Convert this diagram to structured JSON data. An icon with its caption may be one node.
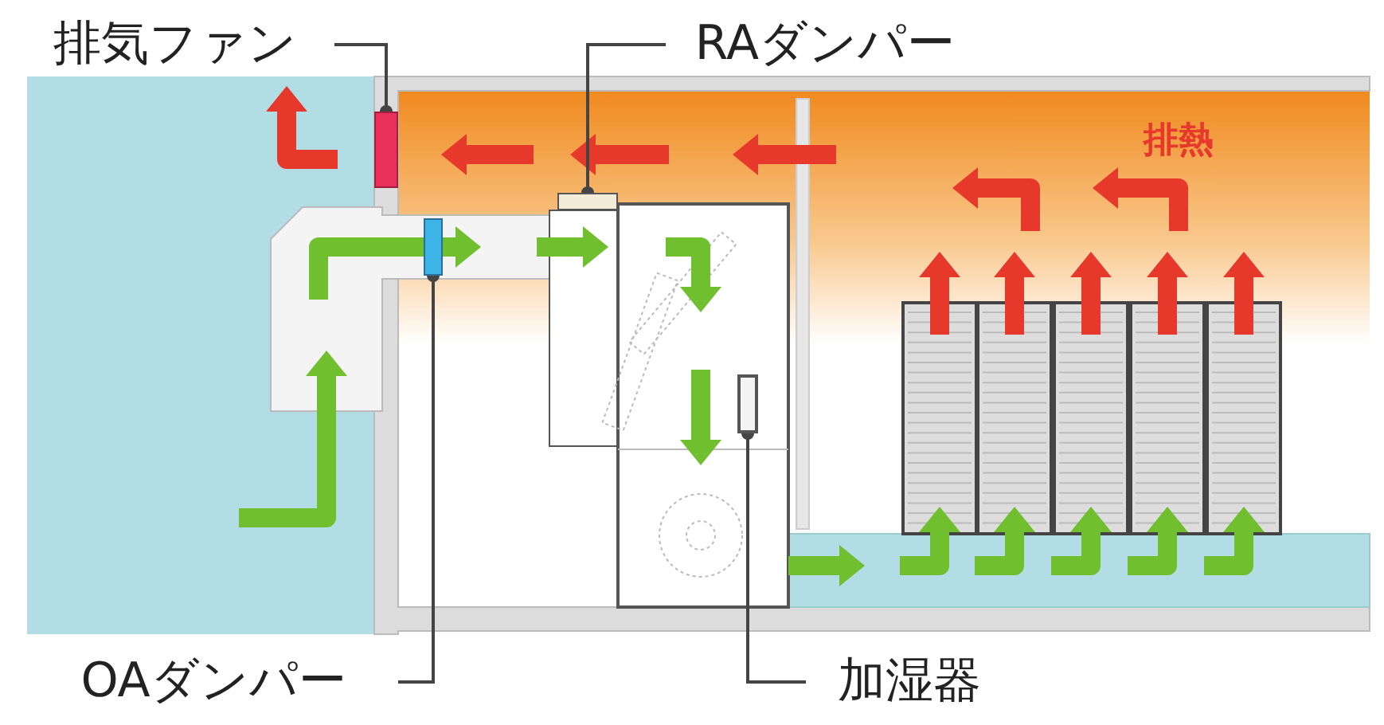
{
  "diagram": {
    "nodes": [
      {
        "text": [
          "排気ファン"
        ]
      },
      {
        "text": [],
        "shape": "box"
      },
      {
        "text": [
          "RAダンパー"
        ]
      },
      {
        "text": [],
        "shape": "box"
      },
      {
        "text": [
          "OAダンパー"
        ]
      },
      {
        "text": [],
        "shape": "box"
      },
      {
        "text": [
          "加湿器"
        ]
      },
      {
        "text": [],
        "shape": "box"
      }
    ],
    "edges": [
      {
        "from": 0,
        "to": 1,
        "arrow": "other"
      },
      {
        "from": 2,
        "to": 3,
        "arrow": "other"
      },
      {
        "from": 4,
        "to": 5,
        "arrow": "other"
      },
      {
        "from": 6,
        "to": 7,
        "arrow": "other"
      }
    ],
    "labels": [
      "排熱"
    ]
  }
}
